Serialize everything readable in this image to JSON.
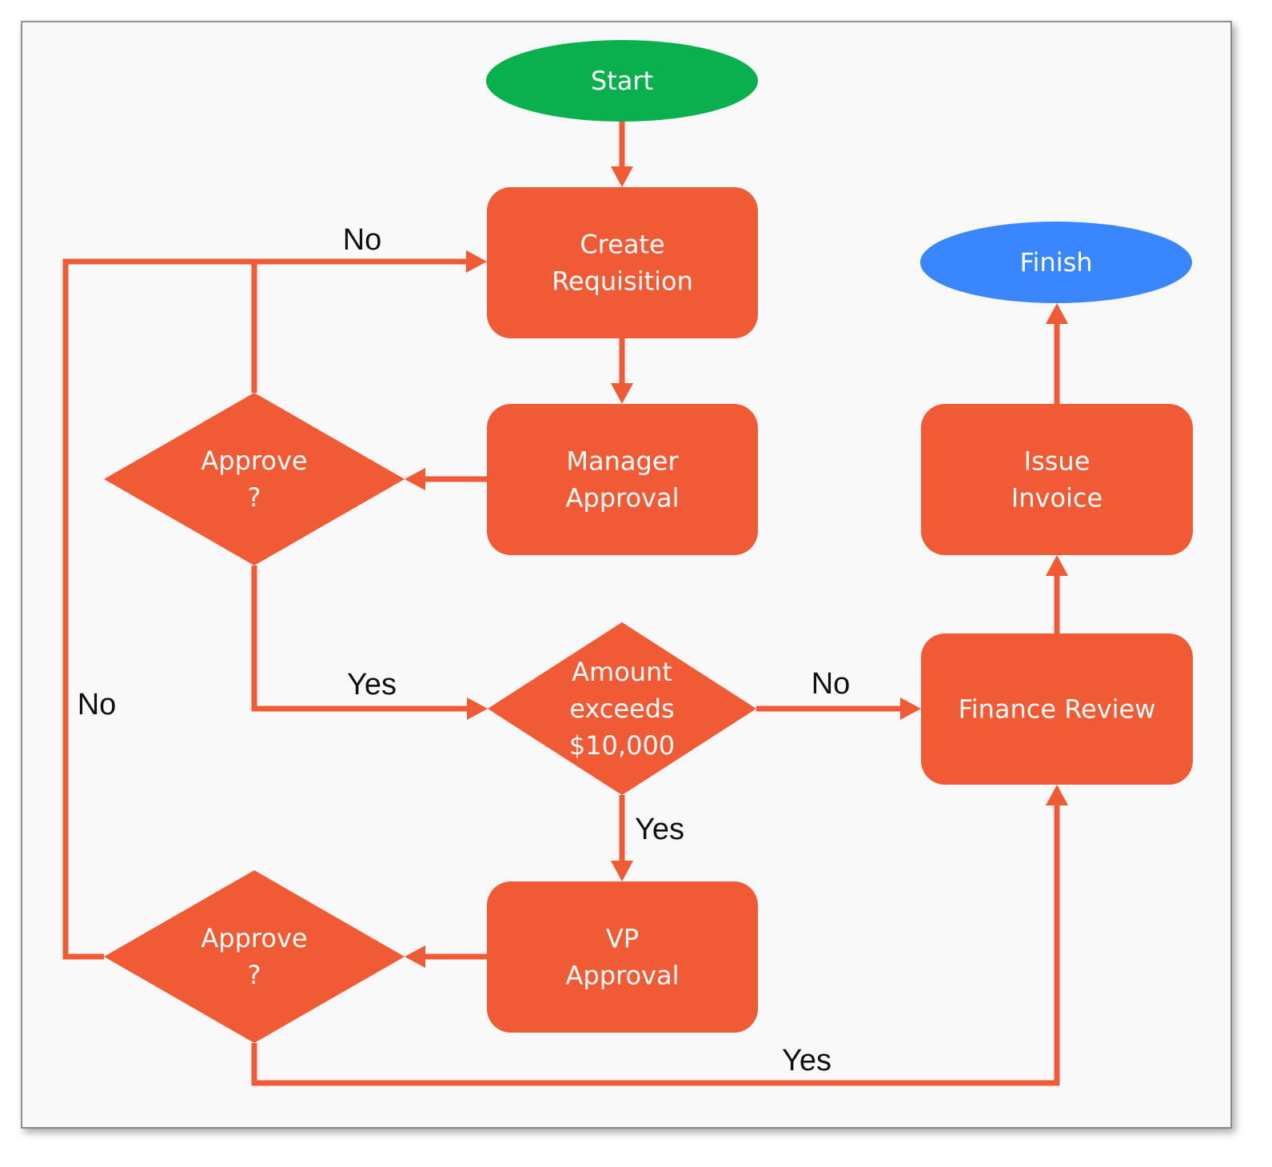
{
  "colors": {
    "process": "#f05a35",
    "start": "#0aaf4e",
    "finish": "#3a86ff",
    "edge": "#f05a35",
    "node_text": "#ffffff",
    "label_text": "#111111"
  },
  "nodes": {
    "start": {
      "lines": [
        "Start"
      ]
    },
    "create_requisition": {
      "lines": [
        "Create",
        "Requisition"
      ]
    },
    "manager_approval": {
      "lines": [
        "Manager",
        "Approval"
      ]
    },
    "approve_1": {
      "lines": [
        "Approve",
        "?"
      ]
    },
    "amount_check": {
      "lines": [
        "Amount",
        "exceeds",
        "$10,000"
      ]
    },
    "vp_approval": {
      "lines": [
        "VP",
        "Approval"
      ]
    },
    "approve_2": {
      "lines": [
        "Approve",
        "?"
      ]
    },
    "finance_review": {
      "lines": [
        "Finance Review"
      ]
    },
    "issue_invoice": {
      "lines": [
        "Issue",
        "Invoice"
      ]
    },
    "finish": {
      "lines": [
        "Finish"
      ]
    }
  },
  "edges": [
    {
      "from": "start",
      "to": "create_requisition",
      "label": ""
    },
    {
      "from": "create_requisition",
      "to": "manager_approval",
      "label": ""
    },
    {
      "from": "manager_approval",
      "to": "approve_1",
      "label": ""
    },
    {
      "from": "approve_1",
      "to": "create_requisition",
      "label": "No"
    },
    {
      "from": "approve_1",
      "to": "amount_check",
      "label": "Yes"
    },
    {
      "from": "amount_check",
      "to": "finance_review",
      "label": "No"
    },
    {
      "from": "amount_check",
      "to": "vp_approval",
      "label": "Yes"
    },
    {
      "from": "vp_approval",
      "to": "approve_2",
      "label": ""
    },
    {
      "from": "approve_2",
      "to": "create_requisition",
      "label": "No"
    },
    {
      "from": "approve_2",
      "to": "finance_review",
      "label": "Yes"
    },
    {
      "from": "finance_review",
      "to": "issue_invoice",
      "label": ""
    },
    {
      "from": "issue_invoice",
      "to": "finish",
      "label": ""
    }
  ]
}
